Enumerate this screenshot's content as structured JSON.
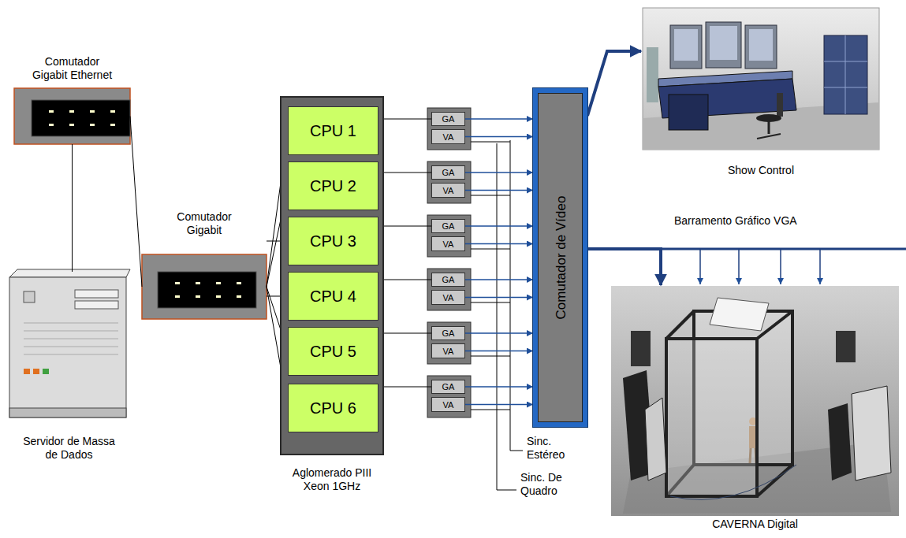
{
  "diagram": {
    "nodes": [
      {
        "text": [
          "Comutador Gigabit Ethernet"
        ]
      },
      {
        "text": [
          "Servidor de Massa de Dados"
        ]
      },
      {
        "text": [
          "Comutador Gigabit"
        ]
      },
      {
        "text": [
          "Aglomerado PIII Xeon 1GHz"
        ]
      },
      {
        "text": [
          "CPU 1"
        ],
        "in": 3
      },
      {
        "text": [
          "CPU 2"
        ],
        "in": 3
      },
      {
        "text": [
          "CPU 3"
        ],
        "in": 3
      },
      {
        "text": [
          "CPU 4"
        ],
        "in": 3
      },
      {
        "text": [
          "CPU 5"
        ],
        "in": 3
      },
      {
        "text": [
          "CPU 6"
        ],
        "in": 3
      },
      {
        "text": [
          "GA"
        ]
      },
      {
        "text": [
          "VA"
        ]
      },
      {
        "text": [
          "GA"
        ]
      },
      {
        "text": [
          "VA"
        ]
      },
      {
        "text": [
          "GA"
        ]
      },
      {
        "text": [
          "VA"
        ]
      },
      {
        "text": [
          "GA"
        ]
      },
      {
        "text": [
          "VA"
        ]
      },
      {
        "text": [
          "GA"
        ]
      },
      {
        "text": [
          "VA"
        ]
      },
      {
        "text": [
          "GA"
        ]
      },
      {
        "text": [
          "VA"
        ]
      },
      {
        "text": [
          "Comutador de Vídeo"
        ]
      },
      {
        "text": [
          "Show Control"
        ]
      },
      {
        "text": [
          "CAVERNA Digital"
        ]
      }
    ],
    "edges": [
      {
        "from": 0,
        "to": 1,
        "arrow": "none"
      },
      {
        "from": 0,
        "to": 2,
        "arrow": "none"
      },
      {
        "from": 2,
        "to": 4,
        "arrow": "none"
      },
      {
        "from": 2,
        "to": 5,
        "arrow": "none"
      },
      {
        "from": 2,
        "to": 6,
        "arrow": "none"
      },
      {
        "from": 2,
        "to": 7,
        "arrow": "none"
      },
      {
        "from": 2,
        "to": 8,
        "arrow": "none"
      },
      {
        "from": 2,
        "to": 9,
        "arrow": "none"
      },
      {
        "from": 4,
        "to": 10,
        "arrow": "none"
      },
      {
        "from": 5,
        "to": 12,
        "arrow": "none"
      },
      {
        "from": 6,
        "to": 14,
        "arrow": "none"
      },
      {
        "from": 7,
        "to": 16,
        "arrow": "none"
      },
      {
        "from": 8,
        "to": 18,
        "arrow": "none"
      },
      {
        "from": 9,
        "to": 20,
        "arrow": "none"
      },
      {
        "from": 10,
        "to": 22,
        "arrow": "to"
      },
      {
        "from": 11,
        "to": 22,
        "arrow": "to"
      },
      {
        "from": 12,
        "to": 22,
        "arrow": "to"
      },
      {
        "from": 13,
        "to": 22,
        "arrow": "to"
      },
      {
        "from": 14,
        "to": 22,
        "arrow": "to"
      },
      {
        "from": 15,
        "to": 22,
        "arrow": "to"
      },
      {
        "from": 16,
        "to": 22,
        "arrow": "to"
      },
      {
        "from": 17,
        "to": 22,
        "arrow": "to"
      },
      {
        "from": 18,
        "to": 22,
        "arrow": "to"
      },
      {
        "from": 19,
        "to": 22,
        "arrow": "to"
      },
      {
        "from": 20,
        "to": 22,
        "arrow": "to"
      },
      {
        "from": 21,
        "to": 22,
        "arrow": "to"
      },
      {
        "from": 22,
        "to": 23,
        "arrow": "to"
      },
      {
        "from": 22,
        "to": 24,
        "arrow": "to"
      }
    ],
    "labels": [
      "Barramento Gráfico VGA",
      "Sinc. Estéreo",
      "Sinc. De Quadro"
    ]
  }
}
